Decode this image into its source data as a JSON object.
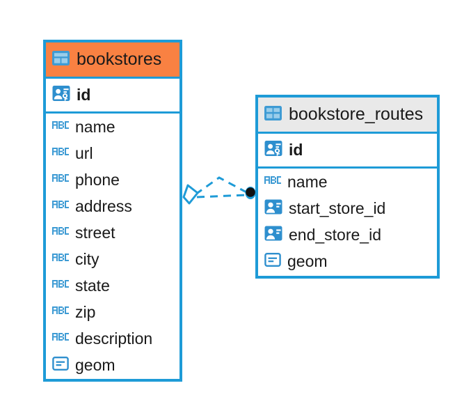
{
  "diagram": {
    "type": "entity-relationship-diagram",
    "background_color": "#FFFFFF",
    "accent_color": "#1E9BD7",
    "highlight_color": "#F98142",
    "neutral_header_color": "#E9E9E9"
  },
  "entities": [
    {
      "name": "bookstores",
      "header_style": "highlighted",
      "header_color": "#F98142",
      "table_icon": "table-icon",
      "primary_key": {
        "label": "id",
        "icon": "primary-key-icon",
        "bold": true
      },
      "fields": [
        {
          "label": "name",
          "icon": "text-abc-icon"
        },
        {
          "label": "url",
          "icon": "text-abc-icon"
        },
        {
          "label": "phone",
          "icon": "text-abc-icon"
        },
        {
          "label": "address",
          "icon": "text-abc-icon"
        },
        {
          "label": "street",
          "icon": "text-abc-icon"
        },
        {
          "label": "city",
          "icon": "text-abc-icon"
        },
        {
          "label": "state",
          "icon": "text-abc-icon"
        },
        {
          "label": "zip",
          "icon": "text-abc-icon"
        },
        {
          "label": "description",
          "icon": "text-abc-icon"
        },
        {
          "label": "geom",
          "icon": "geometry-icon"
        }
      ]
    },
    {
      "name": "bookstore_routes",
      "header_style": "neutral",
      "header_color": "#E9E9E9",
      "table_icon": "table-icon",
      "primary_key": {
        "label": "id",
        "icon": "primary-key-icon",
        "bold": true
      },
      "fields": [
        {
          "label": "name",
          "icon": "text-abc-icon"
        },
        {
          "label": "start_store_id",
          "icon": "foreign-key-icon"
        },
        {
          "label": "end_store_id",
          "icon": "foreign-key-icon"
        },
        {
          "label": "geom",
          "icon": "geometry-icon"
        }
      ]
    }
  ],
  "relationship": {
    "style": "dashed",
    "color": "#1E9BD7",
    "source_entity": "bookstores",
    "target_entity": "bookstore_routes",
    "source_marker": "diamond-open-marker",
    "target_marker": "filled-circle-marker",
    "target_marker_color": "#111111",
    "edge_count": 2
  }
}
